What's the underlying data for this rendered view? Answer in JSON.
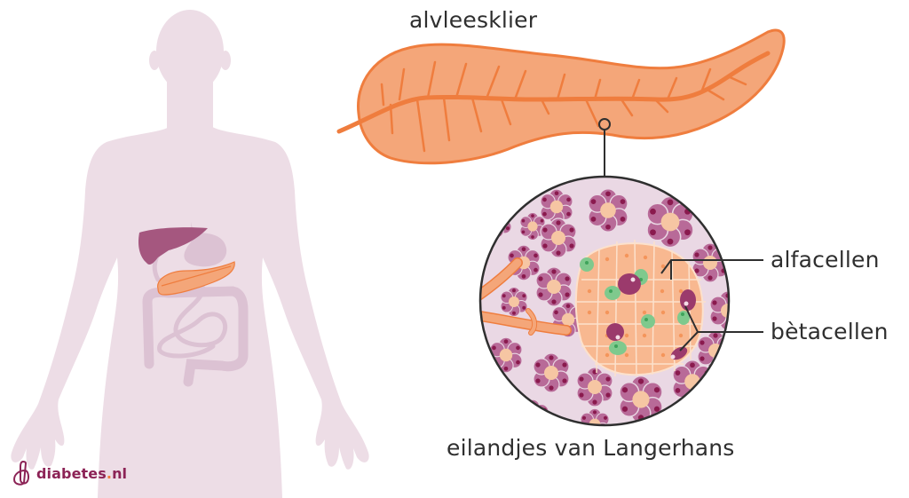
{
  "diagram": {
    "title_labels": {
      "pancreas": "alvleesklier",
      "alpha_cells": "alfacellen",
      "beta_cells": "bètacellen",
      "islets": "eilandjes van Langerhans"
    },
    "colors": {
      "body": "#eddde6",
      "organs_muted": "#dcc2d3",
      "liver": "#a5577f",
      "pancreas_fill": "#f4a679",
      "pancreas_stroke": "#ef7d3e",
      "acinar_cell": "#b86a98",
      "acinar_nucleus": "#8a1a4e",
      "acinar_center": "#f6c6a3",
      "islet_fill": "#f8b890",
      "alpha_cell": "#7fc98d",
      "beta_cell": "#9b3a6c",
      "circle_bg": "#ead8e4",
      "line": "#2f2f2f"
    }
  },
  "logo": {
    "name": "diabetes",
    "dot": ".",
    "tld": "nl"
  }
}
